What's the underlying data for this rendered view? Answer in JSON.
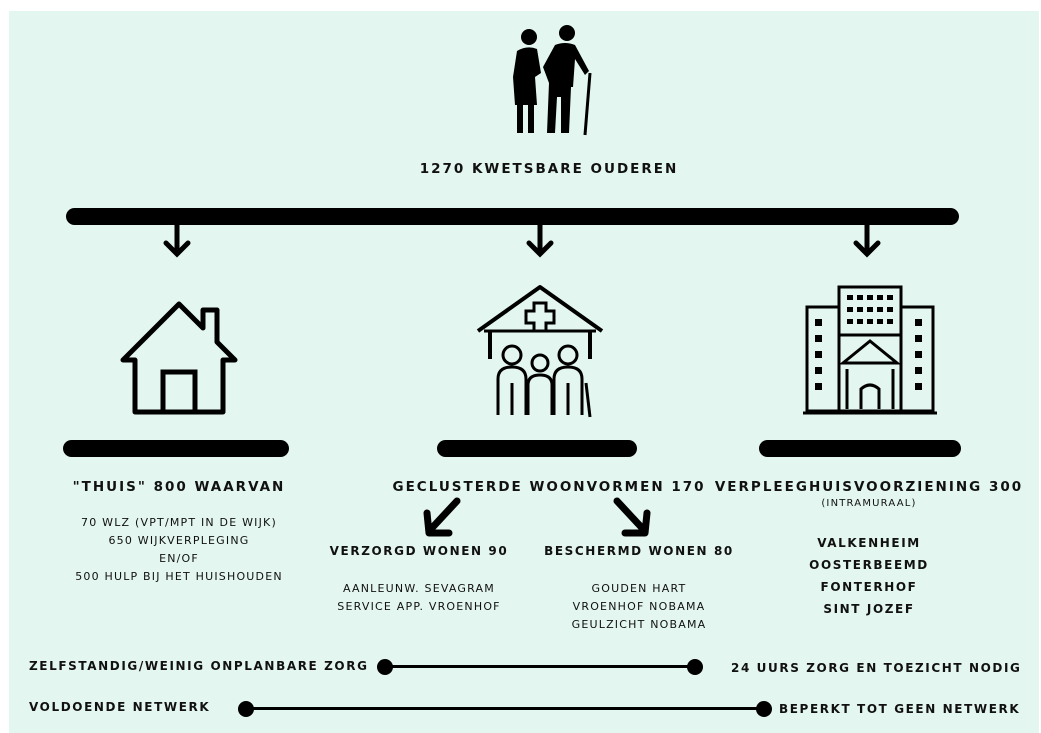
{
  "top": {
    "title": "1270 KWETSBARE OUDEREN",
    "icon": "elderly-couple-icon"
  },
  "columns": [
    {
      "id": "thuis",
      "icon": "house-icon",
      "title": "\"THUIS\" 800 WAARVAN",
      "lines": [
        "70 WLZ (VPT/MPT IN DE WIJK)",
        "650 WIJKVERPLEGING",
        "EN/OF",
        "500 HULP BIJ HET HUISHOUDEN"
      ]
    },
    {
      "id": "geclusterd",
      "icon": "care-home-icon",
      "title": "GECLUSTERDE WOONVORMEN 170",
      "sub": [
        {
          "title": "VERZORGD WONEN 90",
          "lines": [
            "AANLEUNW. SEVAGRAM",
            "SERVICE APP. VROENHOF"
          ]
        },
        {
          "title": "BESCHERMD WONEN 80",
          "lines": [
            "GOUDEN HART",
            "VROENHOF NOBAMA",
            "GEULZICHT NOBAMA"
          ]
        }
      ]
    },
    {
      "id": "verpleeghuis",
      "icon": "nursing-home-building-icon",
      "title": "VERPLEEGHUISVOORZIENING 300",
      "subtitle": "(INTRAMURAAL)",
      "lines": [
        "VALKENHEIM",
        "OOSTERBEEMD",
        "FONTERHOF",
        "SINT JOZEF"
      ]
    }
  ],
  "scales": [
    {
      "left": "ZELFSTANDIG/WEINIG ONPLANBARE ZORG",
      "right": "24 UURS ZORG EN TOEZICHT NODIG"
    },
    {
      "left": "VOLDOENDE NETWERK",
      "right": "BEPERKT TOT GEEN NETWERK"
    }
  ],
  "colors": {
    "background": "#e3f6ef",
    "ink": "#000000"
  }
}
